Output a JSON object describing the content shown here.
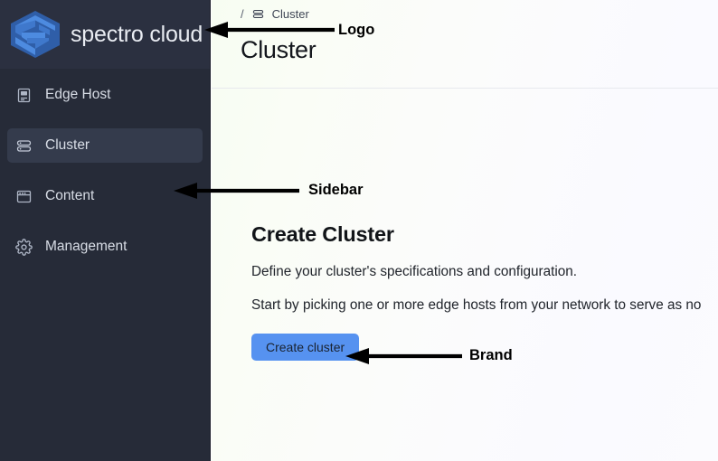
{
  "sidebar": {
    "brand": {
      "logo_icon": "spectro-cloud-hexagon-s-logo",
      "name": "spectro cloud"
    },
    "items": [
      {
        "id": "edge-host",
        "label": "Edge Host",
        "icon": "server-device-icon",
        "active": false
      },
      {
        "id": "cluster",
        "label": "Cluster",
        "icon": "stacked-servers-icon",
        "active": true
      },
      {
        "id": "content",
        "label": "Content",
        "icon": "browser-window-icon",
        "active": false
      },
      {
        "id": "management",
        "label": "Management",
        "icon": "gear-icon",
        "active": false
      }
    ]
  },
  "topbar": {
    "breadcrumb": {
      "separator": "/",
      "icon": "stacked-servers-icon",
      "label": "Cluster"
    },
    "page_title": "Cluster"
  },
  "main": {
    "heading": "Create Cluster",
    "paragraph_1": "Define your cluster's specifications and configuration.",
    "paragraph_2": "Start by picking one or more edge hosts from your network to serve as no",
    "create_button": "Create cluster"
  },
  "annotations": [
    {
      "id": "logo",
      "label": "Logo"
    },
    {
      "id": "sidebar",
      "label": "Sidebar"
    },
    {
      "id": "brand",
      "label": "Brand"
    }
  ],
  "colors": {
    "sidebar_bg": "#262b38",
    "sidebar_brand_bg": "#2b3040",
    "sidebar_active_bg": "#343b4c",
    "logo_blue": "#4d8be0",
    "button_blue": "#5692f0",
    "text_light": "#d8dde6",
    "text_dark": "#13161c"
  }
}
